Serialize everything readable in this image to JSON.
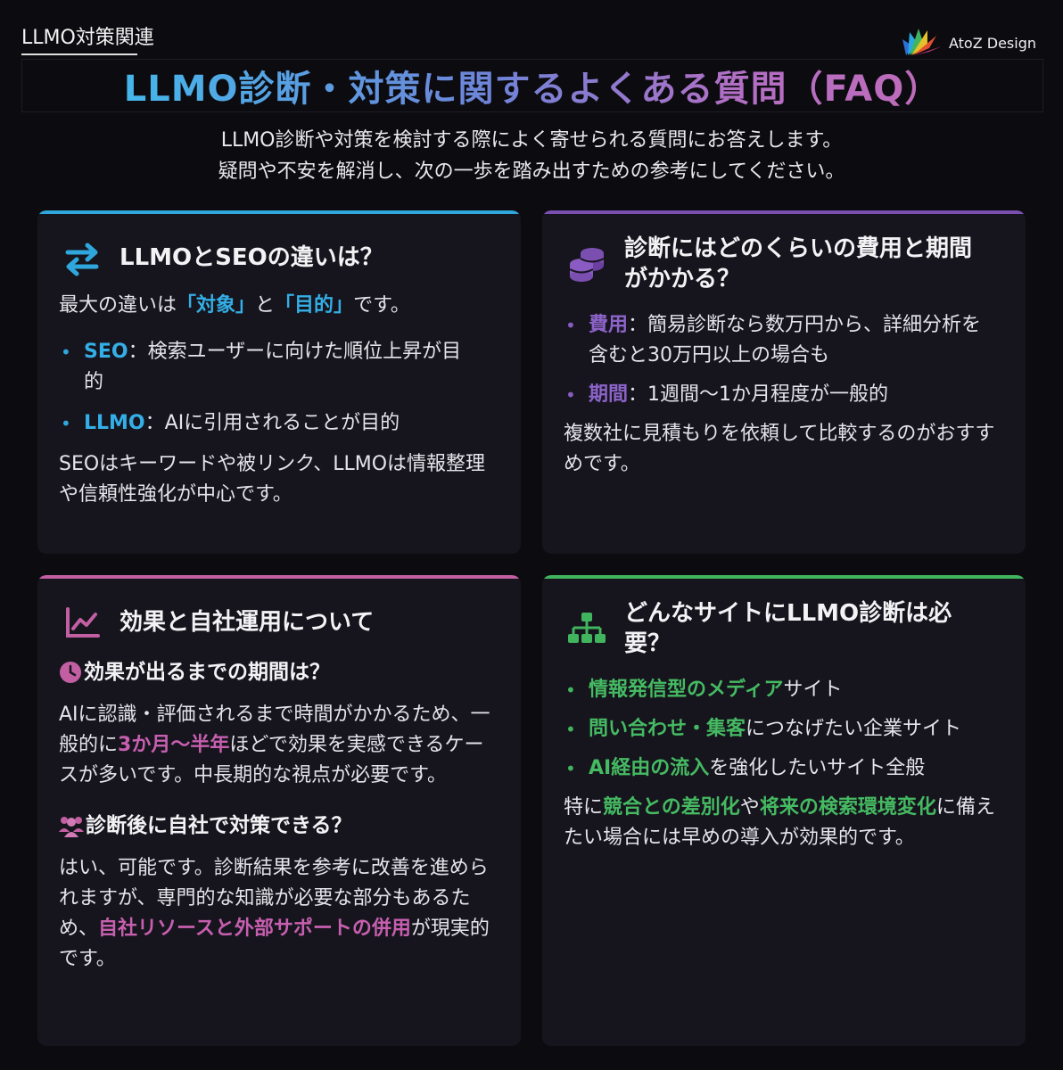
{
  "header": {
    "tag": "LLMO対策関連",
    "brand": "AtoZ Design",
    "title": "LLMO診断・対策に関するよくある質問（FAQ）",
    "intro_line1": "LLMO診断や対策を検討する際によく寄せられる質問にお答えします。",
    "intro_line2": "疑問や不安を解消し、次の一歩を踏み出すための参考にしてください。"
  },
  "colors": {
    "blue": "#2fa7dc",
    "purple": "#7b4fb0",
    "pink": "#c25fa3",
    "green": "#41b45e"
  },
  "cards": [
    {
      "icon": "swap-arrows-icon",
      "title": "LLMOとSEOの違いは？",
      "lead": {
        "pre": "最大の違いは",
        "hl1": "「対象」",
        "mid": "と",
        "hl2": "「目的」",
        "post": "です。"
      },
      "items": [
        {
          "hl": "SEO",
          "text": "：検索ユーザーに向けた順位上昇が目的"
        },
        {
          "hl": "LLMO",
          "text": "：AIに引用されることが目的"
        }
      ],
      "note": "SEOはキーワードや被リンク、LLMOは情報整理や信頼性強化が中心です。"
    },
    {
      "icon": "coins-icon",
      "title": "診断にはどのくらいの費用と期間がかかる？",
      "items": [
        {
          "hl": "費用",
          "text": "：簡易診断なら数万円から、詳細分析を含むと30万円以上の場合も"
        },
        {
          "hl": "期間",
          "text": "：1週間〜1か月程度が一般的"
        }
      ],
      "note": "複数社に見積もりを依頼して比較するのがおすすめです。"
    },
    {
      "icon": "line-chart-icon",
      "title": "効果と自社運用について",
      "q1": {
        "icon": "clock-icon",
        "title": "効果が出るまでの期間は？",
        "pre": "AIに認識・評価されるまで時間がかかるため、一般的に",
        "hl": "3か月〜半年",
        "post": "ほどで効果を実感できるケースが多いです。中長期的な視点が必要です。"
      },
      "q2": {
        "icon": "users-icon",
        "title": "診断後に自社で対策できる？",
        "pre": "はい、可能です。診断結果を参考に改善を進められますが、専門的な知識が必要な部分もあるため、",
        "hl": "自社リソースと外部サポートの併用",
        "post": "が現実的です。"
      }
    },
    {
      "icon": "sitemap-icon",
      "title": "どんなサイトにLLMO診断は必要？",
      "items": [
        {
          "hl": "情報発信型のメディア",
          "text": "サイト"
        },
        {
          "hl": "問い合わせ・集客",
          "text": "につなげたい企業サイト"
        },
        {
          "hl": "AI経由の流入",
          "text": "を強化したいサイト全般"
        }
      ],
      "note": {
        "pre": "特に",
        "hl1": "競合との差別化",
        "mid": "や",
        "hl2": "将来の検索環境変化",
        "post": "に備えたい場合には早めの導入が効果的です。"
      }
    }
  ]
}
